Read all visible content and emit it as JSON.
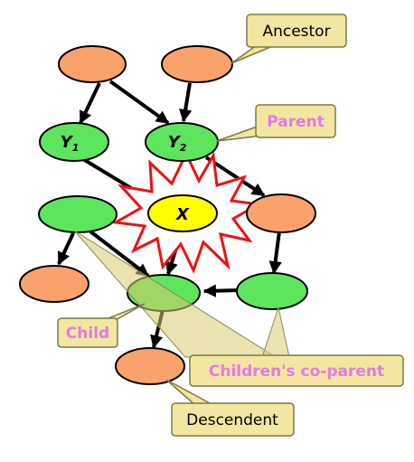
{
  "nodes": {
    "y1": {
      "label": "Y",
      "sub": "1"
    },
    "y2": {
      "label": "Y",
      "sub": "2"
    },
    "x": {
      "label": "X"
    }
  },
  "callouts": {
    "ancestor": "Ancestor",
    "parent": "Parent",
    "child": "Child",
    "coparent": "Children's co-parent",
    "descendent": "Descendent"
  },
  "colors": {
    "orange": "#F9A26C",
    "green": "#5EE55E",
    "yellow": "#FFFF00",
    "callout_fill": "#F3E6A0",
    "callout_stroke": "#7A7A4A",
    "pink_text": "#E27AE8",
    "burst": "#EE1111"
  }
}
